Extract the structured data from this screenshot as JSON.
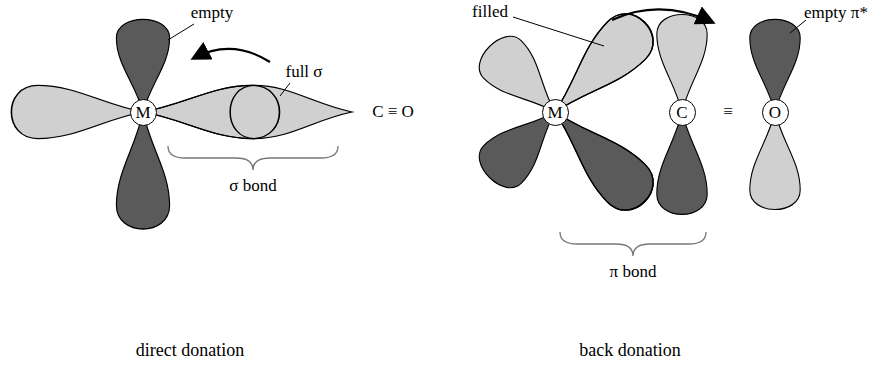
{
  "diagram": {
    "nodes": [
      {
        "text": [
          "M"
        ]
      },
      {
        "text": [
          "M"
        ]
      },
      {
        "text": [
          "C"
        ]
      },
      {
        "text": [
          "O"
        ]
      }
    ],
    "labels": [
      "empty",
      "full σ",
      "C ≡ O",
      "σ bond",
      "direct donation",
      "filled",
      "empty π*",
      "≡",
      "π bond",
      "back donation"
    ]
  }
}
